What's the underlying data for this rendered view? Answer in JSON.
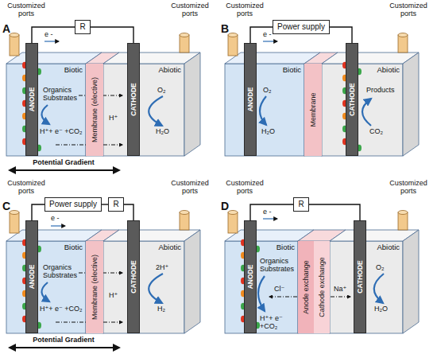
{
  "diagram": {
    "nodes": [
      {
        "text": [
          "R"
        ]
      },
      {
        "text": [
          "Biotic"
        ]
      },
      {
        "text": [
          "ANODE"
        ],
        "in": 1
      },
      {
        "text": [
          "Membrane (elective)"
        ]
      },
      {
        "text": [
          "Abiotic"
        ]
      },
      {
        "text": [
          "CATHODE"
        ],
        "in": 4
      },
      {
        "text": [
          "Power supply"
        ]
      },
      {
        "text": [
          "Biotic"
        ]
      },
      {
        "text": [
          "ANODE"
        ],
        "in": 7
      },
      {
        "text": [
          "Membrane"
        ]
      },
      {
        "text": [
          "Abiotic"
        ]
      },
      {
        "text": [
          "CATHODE"
        ],
        "in": 10
      },
      {
        "text": [
          "Power supply"
        ]
      },
      {
        "text": [
          "R"
        ]
      },
      {
        "text": [
          "Biotic"
        ]
      },
      {
        "text": [
          "ANODE"
        ],
        "in": 14
      },
      {
        "text": [
          "Membrane (elective)"
        ]
      },
      {
        "text": [
          "Abiotic"
        ]
      },
      {
        "text": [
          "CATHODE"
        ],
        "in": 17
      },
      {
        "text": [
          "R"
        ]
      },
      {
        "text": [
          "Biotic"
        ]
      },
      {
        "text": [
          "ANODE"
        ],
        "in": 20
      },
      {
        "text": [
          "Anode exchange",
          "Cathode exchange"
        ]
      },
      {
        "text": [
          "Abiotic"
        ]
      },
      {
        "text": [
          "CATHODE"
        ],
        "in": 23
      }
    ],
    "edges": [
      {
        "from": 2,
        "to": 0,
        "arrow": "none"
      },
      {
        "from": 0,
        "to": 5,
        "arrow": "none"
      },
      {
        "from": 8,
        "to": 6,
        "arrow": "none"
      },
      {
        "from": 6,
        "to": 11,
        "arrow": "none"
      },
      {
        "from": 15,
        "to": 12,
        "arrow": "none"
      },
      {
        "from": 12,
        "to": 13,
        "arrow": "none"
      },
      {
        "from": 13,
        "to": 18,
        "arrow": "none"
      },
      {
        "from": 21,
        "to": 19,
        "arrow": "none"
      },
      {
        "from": 19,
        "to": 24,
        "arrow": "none"
      }
    ],
    "labels": [
      "A",
      "Customized ports",
      "Customized ports",
      "e -",
      "Organics Substrates",
      "H⁺+ e⁻ +CO₂",
      "H⁺",
      "O₂",
      "H₂O",
      "Potential Gradient",
      "B",
      "Customized ports",
      "Customized ports",
      "e -",
      "O₂",
      "H₂O",
      "Products",
      "CO₂",
      "C",
      "Customized ports",
      "Customized ports",
      "e -",
      "Organics Substrates",
      "H⁺+ e⁻ +CO₂",
      "H⁺",
      "2H⁺",
      "H₂",
      "Potential Gradient",
      "D",
      "Customized ports",
      "Customized ports",
      "e -",
      "Organics Substrates",
      "H⁺+ e⁻ +CO₂",
      "Cl⁻",
      "Na⁺",
      "O₂",
      "H₂O"
    ]
  }
}
